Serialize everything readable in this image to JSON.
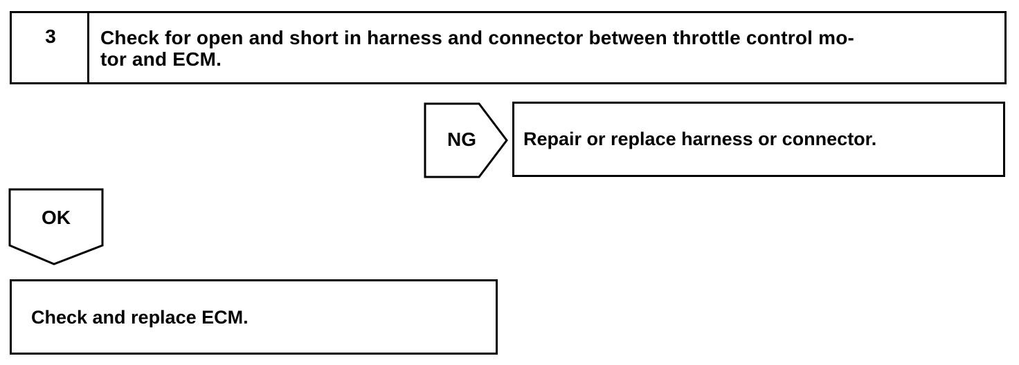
{
  "step": {
    "number": "3",
    "title": "Check for open and short in harness and connector between throttle control mo-tor and ECM."
  },
  "ng_branch": {
    "label": "NG",
    "action": "Repair or replace harness or connector."
  },
  "ok_branch": {
    "label": "OK",
    "action": "Check and replace ECM."
  }
}
